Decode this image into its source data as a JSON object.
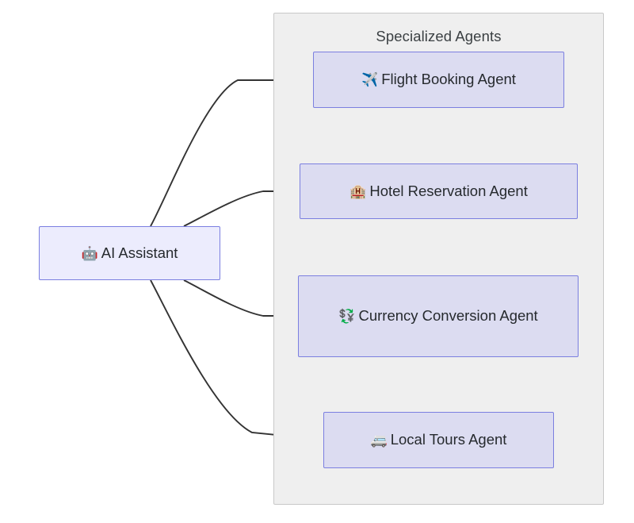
{
  "diagram": {
    "type": "flowchart",
    "direction": "left-to-right",
    "title": "",
    "cluster": {
      "label": "Specialized Agents",
      "fill": "#efefef",
      "stroke": "#c8c8c8"
    },
    "colors": {
      "root_fill": "#ececfd",
      "agent_fill": "#dcdcf1",
      "node_stroke": "#7b7fe0",
      "edge_stroke": "#333333",
      "text": "#262a2e"
    },
    "nodes": [
      {
        "id": "root",
        "label": "AI Assistant",
        "emoji": "🤖",
        "emoji_name": "robot-icon",
        "group": "root"
      },
      {
        "id": "flight",
        "label": "Flight Booking Agent",
        "emoji": "✈️",
        "emoji_name": "airplane-icon",
        "group": "specialized-agents"
      },
      {
        "id": "hotel",
        "label": "Hotel Reservation Agent",
        "emoji": "🏨",
        "emoji_name": "hotel-icon",
        "group": "specialized-agents"
      },
      {
        "id": "currency",
        "label": "Currency Conversion Agent",
        "emoji": "💱",
        "emoji_name": "currency-exchange-icon",
        "group": "specialized-agents"
      },
      {
        "id": "tours",
        "label": "Local Tours Agent",
        "emoji": "🚐",
        "emoji_name": "minibus-icon",
        "group": "specialized-agents"
      }
    ],
    "edges": [
      {
        "from": "root",
        "to": "flight",
        "label": "",
        "arrowhead": "triangle"
      },
      {
        "from": "root",
        "to": "hotel",
        "label": "",
        "arrowhead": "triangle"
      },
      {
        "from": "root",
        "to": "currency",
        "label": "",
        "arrowhead": "triangle"
      },
      {
        "from": "root",
        "to": "tours",
        "label": "",
        "arrowhead": "triangle"
      }
    ]
  }
}
